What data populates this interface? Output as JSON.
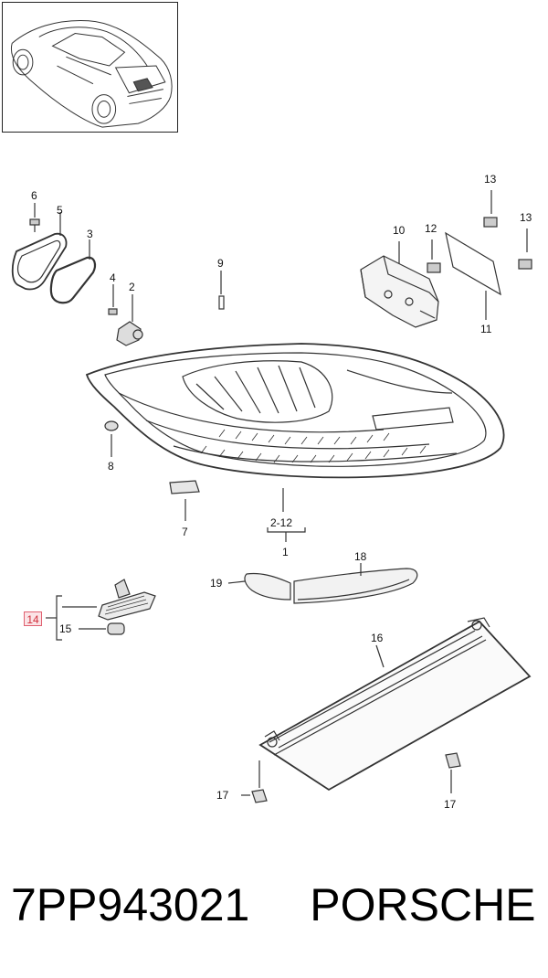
{
  "callouts": {
    "c1": "1",
    "c2": "2",
    "c2_12": "2-12",
    "c3": "3",
    "c4": "4",
    "c5": "5",
    "c6": "6",
    "c7": "7",
    "c8": "8",
    "c9": "9",
    "c10": "10",
    "c11": "11",
    "c12": "12",
    "c13a": "13",
    "c13b": "13",
    "c14": "14",
    "c15": "15",
    "c16": "16",
    "c17a": "17",
    "c17b": "17",
    "c18": "18",
    "c19": "19"
  },
  "highlighted_callout": "14",
  "highlight_color": "#e06070",
  "footer": {
    "part_number": "7PP943021",
    "brand": "PORSCHE"
  }
}
